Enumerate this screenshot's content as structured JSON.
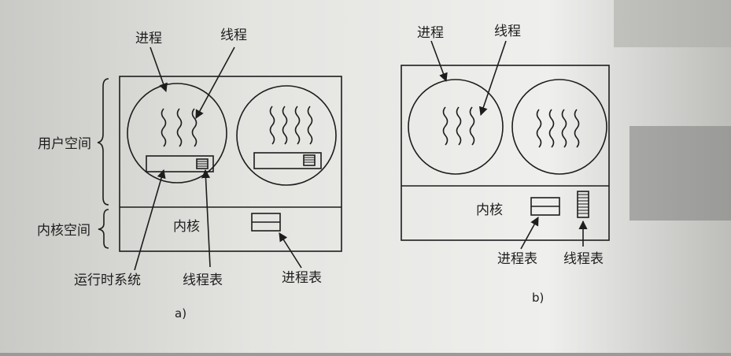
{
  "diagram_a": {
    "process_label": "进程",
    "thread_label": "线程",
    "user_space_label": "用户空间",
    "kernel_space_label": "内核空间",
    "kernel_label": "内核",
    "runtime_system_label": "运行时系统",
    "thread_table_label": "线程表",
    "process_table_label": "进程表",
    "caption": "a)"
  },
  "diagram_b": {
    "process_label": "进程",
    "thread_label": "线程",
    "kernel_label": "内核",
    "process_table_label": "进程表",
    "thread_table_label": "线程表",
    "caption": "b)"
  },
  "colors": {
    "paper": "#eeeeec",
    "ink": "#1d1d1d",
    "background": "#9a9a98"
  }
}
